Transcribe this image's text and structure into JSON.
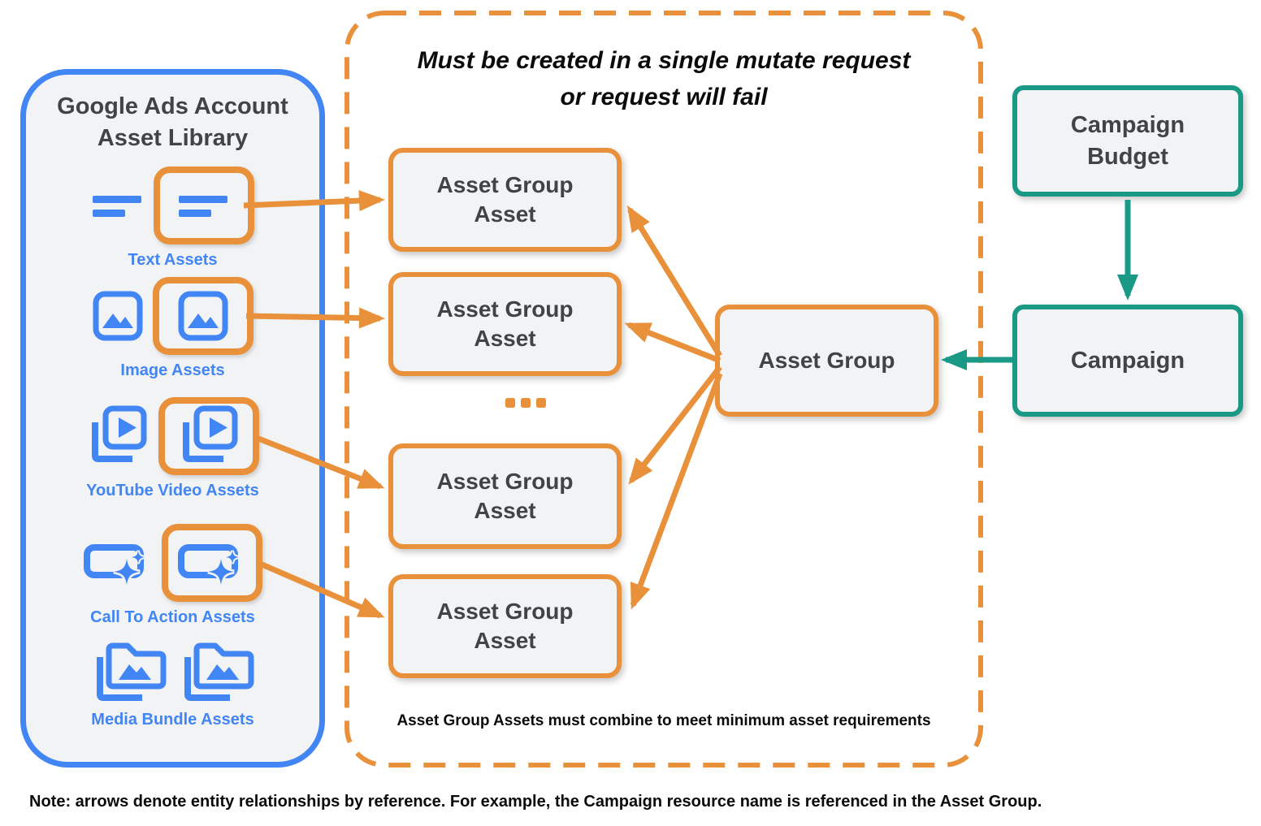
{
  "colors": {
    "blue": "#4285F4",
    "orange": "#E8913A",
    "teal": "#1A9A86",
    "box_fill": "#F1F3F4",
    "dark_text": "#404448",
    "black": "#0B0B0B"
  },
  "library": {
    "title_line1": "Google Ads Account",
    "title_line2": "Asset Library",
    "items": [
      {
        "label": "Text Assets",
        "icon": "text-asset-icon"
      },
      {
        "label": "Image Assets",
        "icon": "image-asset-icon"
      },
      {
        "label": "YouTube Video  Assets",
        "icon": "youtube-video-asset-icon"
      },
      {
        "label": "Call To Action Assets",
        "icon": "call-to-action-asset-icon"
      },
      {
        "label": "Media Bundle  Assets",
        "icon": "media-bundle-asset-icon"
      }
    ]
  },
  "mutate_group": {
    "title_line1": "Must be created in a single mutate request",
    "title_line2": "or request will fail",
    "ellipsis": "...",
    "boxes": [
      {
        "line1": "Asset Group",
        "line2": "Asset"
      },
      {
        "line1": "Asset Group",
        "line2": "Asset"
      },
      {
        "line1": "Asset Group",
        "line2": "Asset"
      },
      {
        "line1": "Asset Group",
        "line2": "Asset"
      }
    ],
    "footnote": "Asset Group Assets must combine to meet minimum asset requirements"
  },
  "asset_group": {
    "label": "Asset Group"
  },
  "campaign_budget": {
    "line1": "Campaign",
    "line2": "Budget"
  },
  "campaign": {
    "label": "Campaign"
  },
  "note": "Note: arrows denote entity relationships by reference. For example, the Campaign resource name is referenced in the Asset Group."
}
